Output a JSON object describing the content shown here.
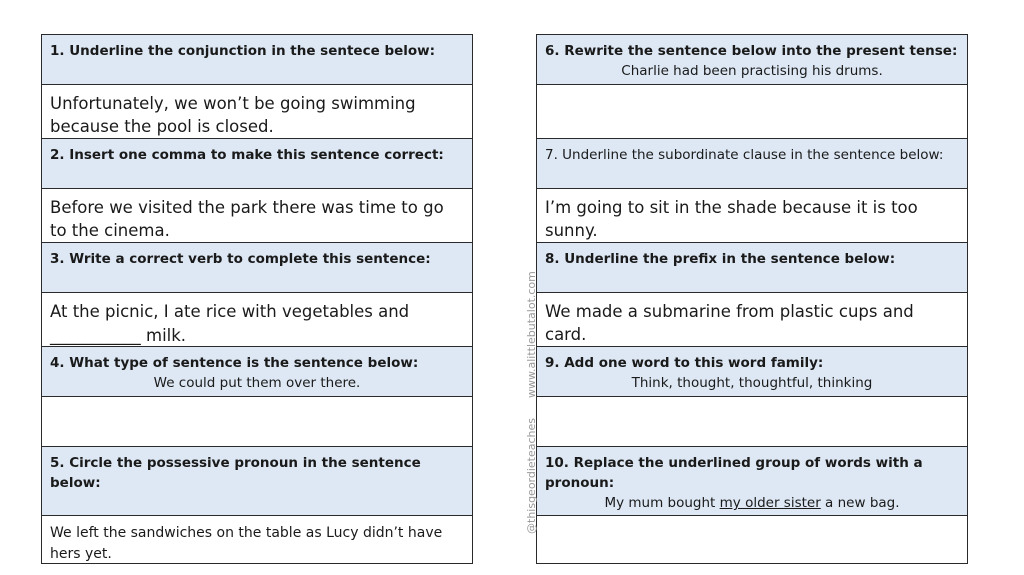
{
  "left": {
    "q1": {
      "question": "1. Underline the conjunction in the sentece below:",
      "answer": "Unfortunately, we won’t be going swimming because the pool is closed."
    },
    "q2": {
      "question": "2. Insert one comma to make this sentence correct:",
      "answer": "Before we visited the park there was time to go to the cinema."
    },
    "q3": {
      "question": "3. Write a correct verb to complete this sentence:",
      "answer_line1": "At the picnic, I ate rice with vegetables and",
      "answer_line2": "___________ milk."
    },
    "q4": {
      "question": "4. What type of sentence is the sentence below:",
      "sentence": "We could put them over there.",
      "answer": ""
    },
    "q5": {
      "question": "5. Circle the possessive pronoun in the sentence below:",
      "answer": "We left the sandwiches on the table as Lucy didn’t have hers yet."
    }
  },
  "right": {
    "q6": {
      "question": "6. Rewrite the sentence below into the present tense:",
      "sentence": "Charlie had been practising his drums.",
      "answer": ""
    },
    "q7": {
      "question": "7. Underline the subordinate clause in the sentence below:",
      "answer": "I’m going to sit in the shade because it is too sunny."
    },
    "q8": {
      "question": "8. Underline the prefix in the sentence below:",
      "answer": "We made a submarine from plastic cups and card."
    },
    "q9": {
      "question": "9. Add one word to this word family:",
      "sentence": "Think, thought, thoughtful, thinking",
      "answer": ""
    },
    "q10": {
      "question": "10. Replace the underlined group of words with a pronoun:",
      "sentence_before": "My mum bought ",
      "sentence_underlined": "my older sister",
      "sentence_after": " a new bag.",
      "answer": ""
    }
  },
  "watermarks": {
    "website": "www.alittlebutalot.com",
    "handle": "@thisgeordieteaches"
  }
}
